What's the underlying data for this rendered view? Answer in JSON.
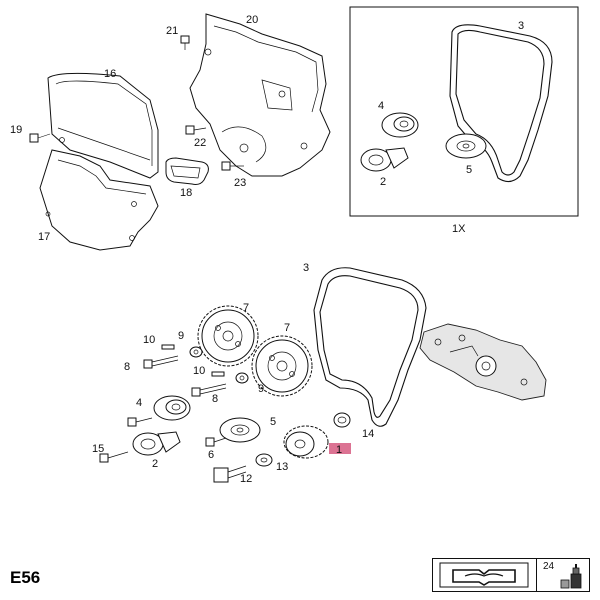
{
  "section_code": "E56",
  "kit_quantity": "1X",
  "footer_reference": "24",
  "highlight_color": "#c0003a",
  "callouts": {
    "c1": "1",
    "c2a": "2",
    "c2b": "2",
    "c3a": "3",
    "c3b": "3",
    "c4a": "4",
    "c4b": "4",
    "c5a": "5",
    "c5b": "5",
    "c6": "6",
    "c7a": "7",
    "c7b": "7",
    "c8a": "8",
    "c8b": "8",
    "c9a": "9",
    "c9b": "9",
    "c10a": "10",
    "c10b": "10",
    "c12": "12",
    "c13": "13",
    "c14": "14",
    "c15": "15",
    "c16": "16",
    "c17": "17",
    "c18": "18",
    "c19": "19",
    "c20": "20",
    "c21": "21",
    "c22": "22",
    "c23": "23"
  },
  "icons": {
    "footer_left": "open-book-icon",
    "footer_right": "grease-tube-icon"
  }
}
